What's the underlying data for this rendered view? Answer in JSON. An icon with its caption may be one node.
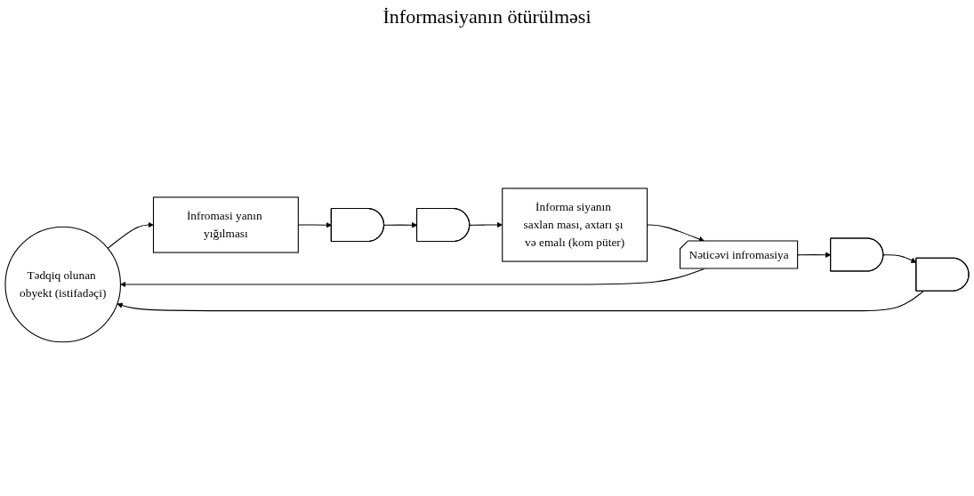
{
  "diagram": {
    "nodes": [
      {
        "text": [
          "Tədqiq olunan obyekt (istifadəçi)"
        ]
      },
      {
        "text": [
          "İnfromasi yanın yığılması"
        ]
      },
      {
        "text": [],
        "shape": "semicircle"
      },
      {
        "text": [],
        "shape": "semicircle"
      },
      {
        "text": [
          "İnforma siyanın saxlan ması, axtarı şı və emalı (kom püter)"
        ]
      },
      {
        "text": [
          "Nəticəvi infromasiya"
        ]
      },
      {
        "text": [],
        "shape": "semicircle"
      },
      {
        "text": [],
        "shape": "semicircle"
      }
    ],
    "edges": [
      {
        "from": 0,
        "to": 1,
        "arrow": "to"
      },
      {
        "from": 1,
        "to": 2,
        "arrow": "to"
      },
      {
        "from": 2,
        "to": 3,
        "arrow": "to"
      },
      {
        "from": 3,
        "to": 4,
        "arrow": "to"
      },
      {
        "from": 4,
        "to": 5,
        "arrow": "to"
      },
      {
        "from": 5,
        "to": 6,
        "arrow": "to"
      },
      {
        "from": 6,
        "to": 7,
        "arrow": "to"
      },
      {
        "from": 7,
        "to": 0,
        "arrow": "to"
      },
      {
        "from": 5,
        "to": 0,
        "arrow": "to"
      }
    ],
    "labels": [
      "İnformasiyanın ötürülməsi"
    ]
  }
}
